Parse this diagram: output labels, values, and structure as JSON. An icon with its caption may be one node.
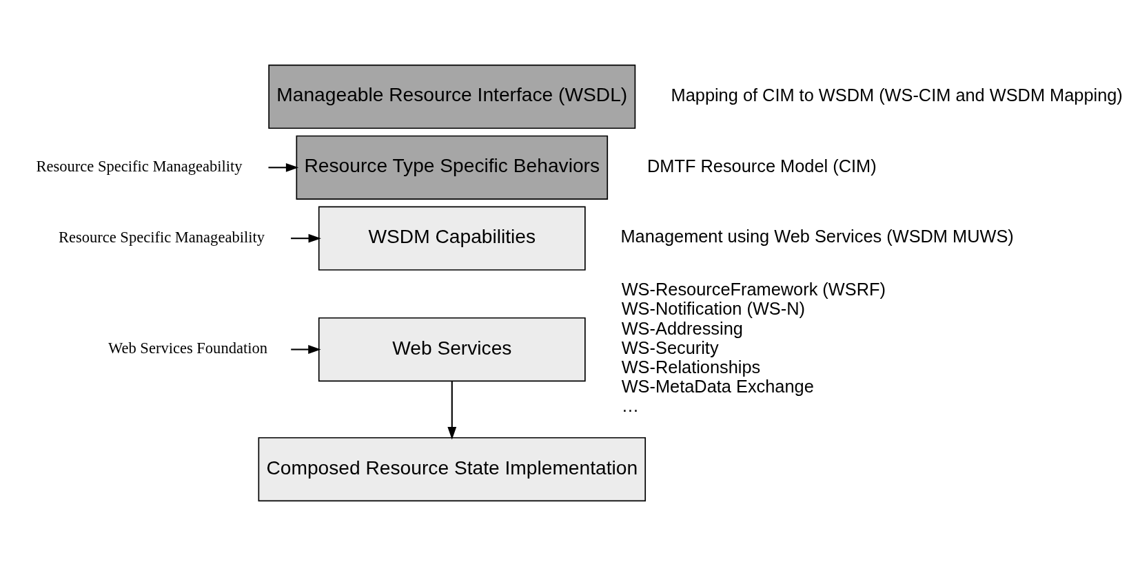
{
  "diagram": {
    "nodes": [
      {
        "text": [
          "Manageable Resource Interface (WSDL)"
        ],
        "beside": [
          "Mapping of CIM to WSDM (WS-CIM and WSDM Mapping)"
        ]
      },
      {
        "text": [
          "Resource Type Specific Behaviors"
        ],
        "beside": [
          "DMTF Resource Model (CIM)"
        ]
      },
      {
        "text": [
          "WSDM Capabilities"
        ],
        "beside": [
          "Management using Web Services (WSDM MUWS)"
        ]
      },
      {
        "text": [
          "Web Services"
        ],
        "beside": [
          "WS-ResourceFramework (WSRF)",
          "WS-Notification (WS-N)",
          "WS-Addressing",
          "WS-Security",
          "WS-Relationships",
          "WS-MetaData Exchange",
          "…"
        ]
      },
      {
        "text": [
          "Composed Resource State Implementation"
        ]
      },
      {
        "text": [
          "Resource Specific Manageability"
        ]
      },
      {
        "text": [
          "Resource Specific Manageability"
        ]
      },
      {
        "text": [
          "Web Services Foundation"
        ]
      }
    ],
    "edges": [
      {
        "from": 5,
        "to": 1,
        "arrow": "to"
      },
      {
        "from": 6,
        "to": 2,
        "arrow": "to"
      },
      {
        "from": 7,
        "to": 3,
        "arrow": "to"
      },
      {
        "from": 3,
        "to": 4,
        "arrow": "to"
      }
    ]
  }
}
